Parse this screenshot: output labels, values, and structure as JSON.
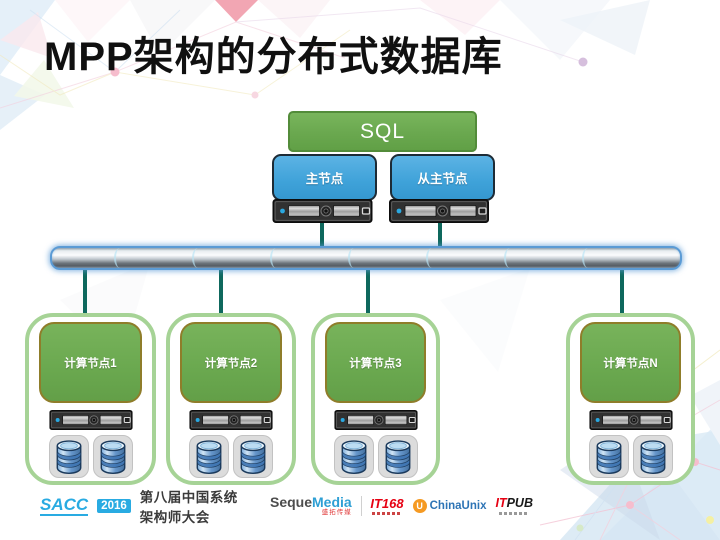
{
  "slide": {
    "title": "MPP架构的分布式数据库"
  },
  "diagram": {
    "sql_label": "SQL",
    "master_node_label": "主节点",
    "standby_master_label": "从主节点",
    "compute_nodes": [
      {
        "label": "计算节点1"
      },
      {
        "label": "计算节点2"
      },
      {
        "label": "计算节点3"
      },
      {
        "label": "计算节点N"
      }
    ],
    "colors": {
      "sql_green": "#6aa84f",
      "node_blue": "#3fa2d9",
      "connector_teal": "#0e685d",
      "bus_glow_blue": "#5b9bd5",
      "compute_outer_border": "#a6d396",
      "compute_inner_border": "#8f7d2a",
      "database_blue": "#5d8fc6"
    }
  },
  "footer": {
    "sacc_label": "SACC",
    "year_badge": "2016",
    "conference_name": "第八届中国系统架构师大会",
    "sequemedia_prefix": "Seque",
    "sequemedia_suffix": "Media",
    "sequemedia_sub": "盛拓传媒",
    "it168_label": "IT168",
    "chinaunix_icon_letter": "U",
    "chinaunix_label": "ChinaUnix",
    "itpub_prefix": "IT",
    "itpub_suffix": "PUB"
  }
}
